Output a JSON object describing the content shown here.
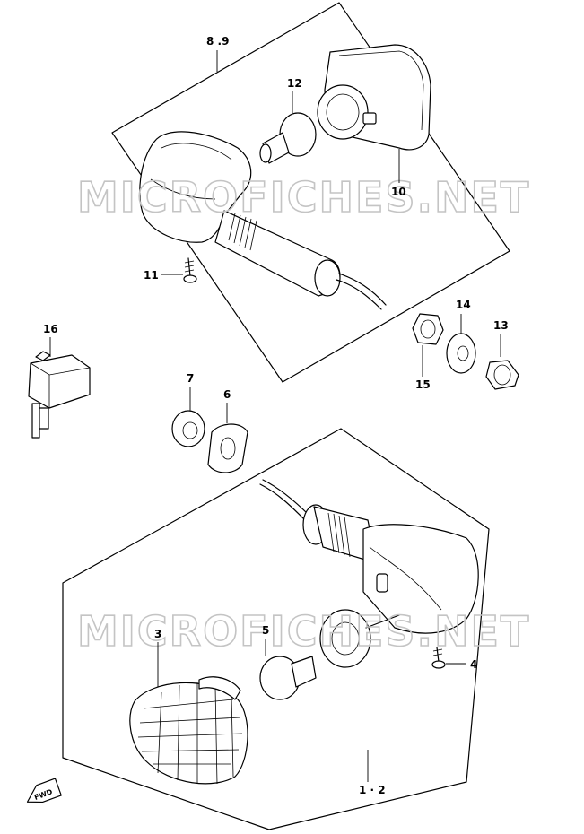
{
  "watermark": "MICROFICHES.NET",
  "callouts": {
    "c89": "8 .9",
    "c12": "12",
    "c10": "10",
    "c11": "11",
    "c14": "14",
    "c13": "13",
    "c15": "15",
    "c16": "16",
    "c7": "7",
    "c6": "6",
    "c3": "3",
    "c5": "5",
    "c4": "4",
    "c12b": "1 · 2"
  },
  "fwd": "FWD"
}
